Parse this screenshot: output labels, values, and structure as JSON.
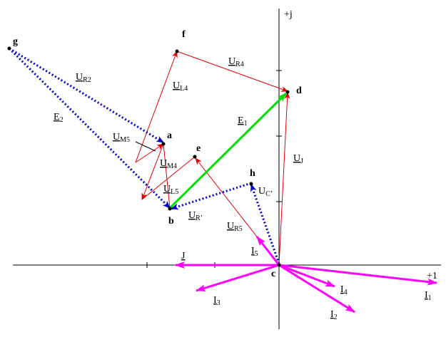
{
  "colors": {
    "axes": "#000000",
    "red": "#e00000",
    "blue": "#0000cc",
    "green": "#00dd00",
    "magenta": "#ff00ff"
  },
  "axes": {
    "imag_label": "+j",
    "real_label": "+1"
  },
  "points": {
    "a": "a",
    "b": "b",
    "c": "c",
    "d": "d",
    "e": "e",
    "f": "f",
    "g": "g",
    "h": "h"
  },
  "labels": {
    "UR2": {
      "main": "U",
      "sub": "R2"
    },
    "E2": {
      "main": "E",
      "sub": "2"
    },
    "UM5": {
      "main": "U",
      "sub": "M5"
    },
    "UL4": {
      "main": "U",
      "sub": "L4"
    },
    "UR4": {
      "main": "U",
      "sub": "R4"
    },
    "E1": {
      "main": "E",
      "sub": "1"
    },
    "UM4": {
      "main": "U",
      "sub": "M4"
    },
    "UL5": {
      "main": "U",
      "sub": "L5"
    },
    "UR_": {
      "main": "U",
      "sub": "R’"
    },
    "UR5": {
      "main": "U",
      "sub": "R5"
    },
    "UC_": {
      "main": "U",
      "sub": "C’"
    },
    "UJ": {
      "main": "U",
      "sub": "J"
    },
    "I5": {
      "main": "I",
      "sub": "5"
    },
    "J": {
      "main": "J",
      "sub": ""
    },
    "I3": {
      "main": "I",
      "sub": "3"
    },
    "I4": {
      "main": "I",
      "sub": "4"
    },
    "I2": {
      "main": "I",
      "sub": "2"
    },
    "I1": {
      "main": "I",
      "sub": "1"
    }
  }
}
